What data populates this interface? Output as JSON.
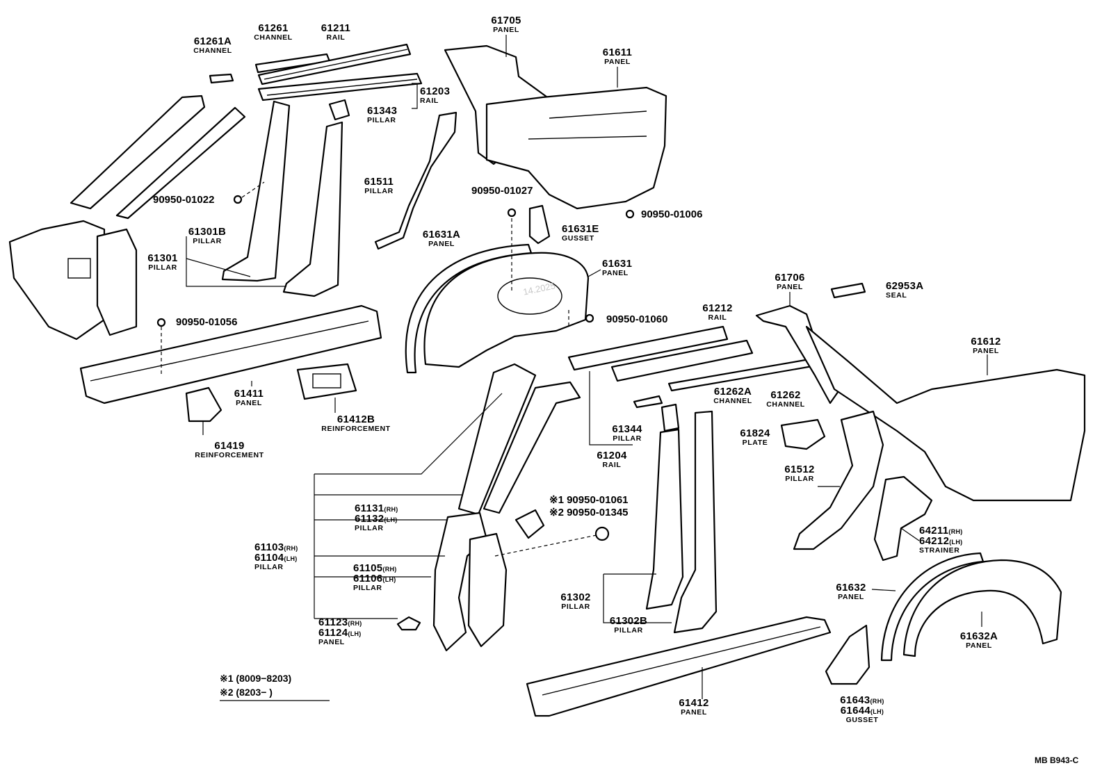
{
  "diagram_code": "MB B943-C",
  "watermark": "14.2025",
  "legend": [
    {
      "mark": "※1",
      "range": "(8009−8203)"
    },
    {
      "mark": "※2",
      "range": "(8203−      )"
    }
  ],
  "parts": {
    "p61261A": {
      "number": "61261A",
      "name": "CHANNEL"
    },
    "p61261": {
      "number": "61261",
      "name": "CHANNEL"
    },
    "p61211": {
      "number": "61211",
      "name": "RAIL"
    },
    "p61203": {
      "number": "61203",
      "name": "RAIL"
    },
    "p61343": {
      "number": "61343",
      "name": "PILLAR"
    },
    "p61705": {
      "number": "61705",
      "name": "PANEL"
    },
    "p61611": {
      "number": "61611",
      "name": "PANEL"
    },
    "p61511": {
      "number": "61511",
      "name": "PILLAR"
    },
    "p90950_01027": {
      "number": "90950-01027"
    },
    "p90950_01006": {
      "number": "90950-01006"
    },
    "p61631E": {
      "number": "61631E",
      "name": "GUSSET"
    },
    "p61631A": {
      "number": "61631A",
      "name": "PANEL"
    },
    "p61631": {
      "number": "61631",
      "name": "PANEL"
    },
    "p90950_01022": {
      "number": "90950-01022"
    },
    "p61301B": {
      "number": "61301B",
      "name": "PILLAR"
    },
    "p61301": {
      "number": "61301",
      "name": "PILLAR"
    },
    "p90950_01056": {
      "number": "90950-01056"
    },
    "p90950_01060": {
      "number": "90950-01060"
    },
    "p61411": {
      "number": "61411",
      "name": "PANEL"
    },
    "p61412B": {
      "number": "61412B",
      "name": "REINFORCEMENT"
    },
    "p61419": {
      "number": "61419",
      "name": "REINFORCEMENT"
    },
    "p61706": {
      "number": "61706",
      "name": "PANEL"
    },
    "p62953A": {
      "number": "62953A",
      "name": "SEAL"
    },
    "p61212": {
      "number": "61212",
      "name": "RAIL"
    },
    "p61612": {
      "number": "61612",
      "name": "PANEL"
    },
    "p61262A": {
      "number": "61262A",
      "name": "CHANNEL"
    },
    "p61262": {
      "number": "61262",
      "name": "CHANNEL"
    },
    "p61344": {
      "number": "61344",
      "name": "PILLAR"
    },
    "p61824": {
      "number": "61824",
      "name": "PLATE"
    },
    "p61204": {
      "number": "61204",
      "name": "RAIL"
    },
    "p61512": {
      "number": "61512",
      "name": "PILLAR"
    },
    "p61131": {
      "number": "61131",
      "suffix": "(RH)"
    },
    "p61132": {
      "number": "61132",
      "suffix": "(LH)",
      "name": "PILLAR"
    },
    "p61103": {
      "number": "61103",
      "suffix": "(RH)"
    },
    "p61104": {
      "number": "61104",
      "suffix": "(LH)",
      "name": "PILLAR"
    },
    "p61105": {
      "number": "61105",
      "suffix": "(RH)"
    },
    "p61106": {
      "number": "61106",
      "suffix": "(LH)",
      "name": "PILLAR"
    },
    "p61123": {
      "number": "61123",
      "suffix": "(RH)"
    },
    "p61124": {
      "number": "61124",
      "suffix": "(LH)",
      "name": "PANEL"
    },
    "p90950_01061": {
      "mark": "※1",
      "number": "90950-01061"
    },
    "p90950_01345": {
      "mark": "※2",
      "number": "90950-01345"
    },
    "p64211": {
      "number": "64211",
      "suffix": "(RH)"
    },
    "p64212": {
      "number": "64212",
      "suffix": "(LH)",
      "name": "STRAINER"
    },
    "p61302": {
      "number": "61302",
      "name": "PILLAR"
    },
    "p61302B": {
      "number": "61302B",
      "name": "PILLAR"
    },
    "p61632": {
      "number": "61632",
      "name": "PANEL"
    },
    "p61632A": {
      "number": "61632A",
      "name": "PANEL"
    },
    "p61412": {
      "number": "61412",
      "name": "PANEL"
    },
    "p61643": {
      "number": "61643",
      "suffix": "(RH)"
    },
    "p61644": {
      "number": "61644",
      "suffix": "(LH)",
      "name": "GUSSET"
    }
  }
}
